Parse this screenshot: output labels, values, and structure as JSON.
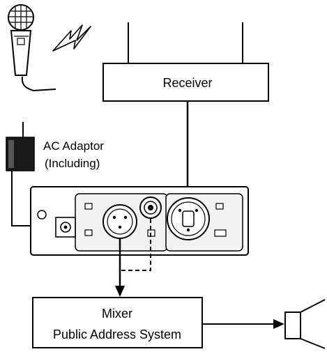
{
  "labels": {
    "receiver": "Receiver",
    "ac_adaptor_line1": "AC Adaptor",
    "ac_adaptor_line2": "(Including)",
    "mixer_line1": "Mixer",
    "mixer_line2": "Public Address System"
  },
  "colors": {
    "ink": "#000000",
    "paper": "#ffffff",
    "panel_fill": "#f2f2f2"
  }
}
